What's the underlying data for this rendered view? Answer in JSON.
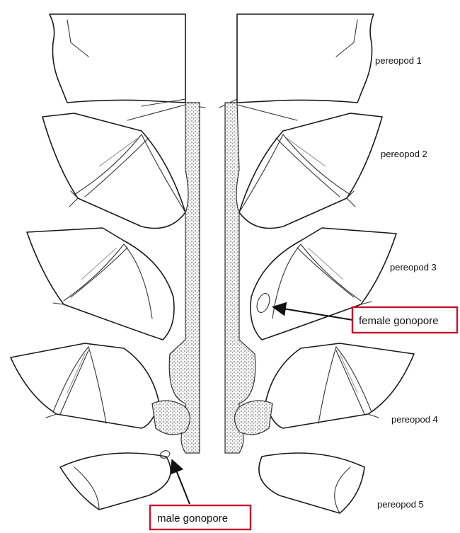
{
  "labels": {
    "pereopod_1": "pereopod 1",
    "pereopod_2": "pereopod 2",
    "pereopod_3": "pereopod 3",
    "pereopod_4": "pereopod 4",
    "pereopod_5": "pereopod 5"
  },
  "callouts": {
    "female_gonopore": "female gonopore",
    "male_gonopore": "male gonopore"
  },
  "colors": {
    "callout_border": "#c8102e",
    "line": "#1a1a1a"
  }
}
